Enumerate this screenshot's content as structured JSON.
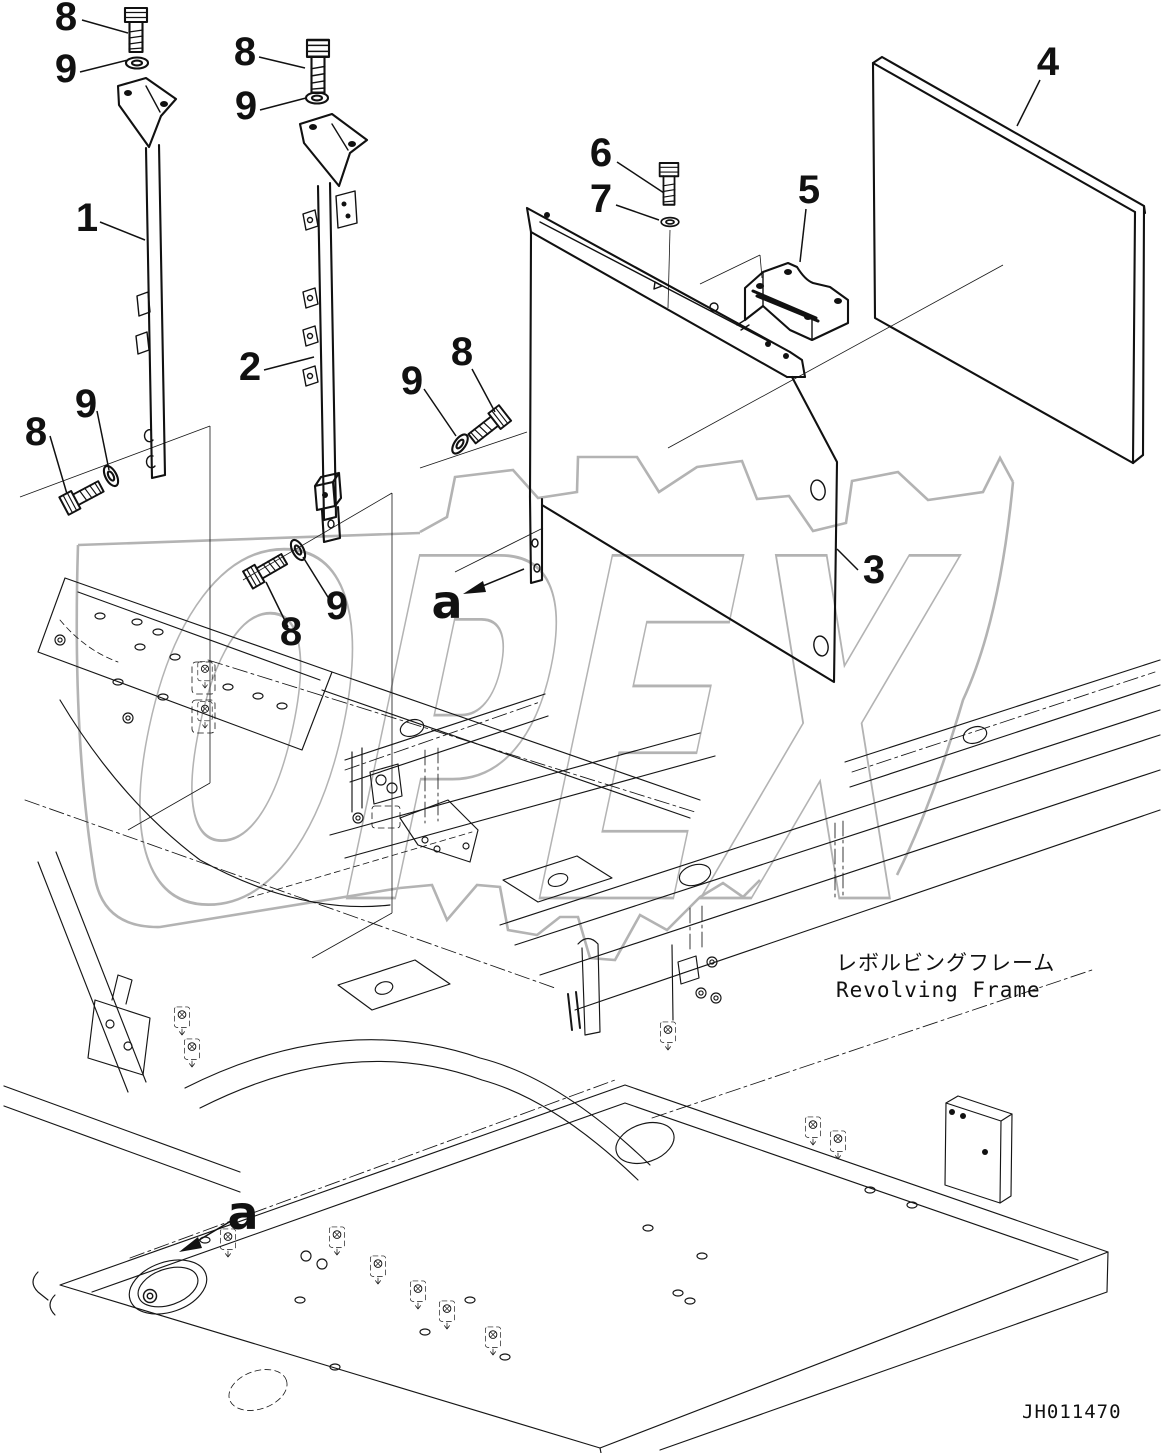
{
  "watermark": {
    "text": "OPEX"
  },
  "frame_title": {
    "japanese": "レボルビングフレーム",
    "english": "Revolving Frame"
  },
  "drawing_number": "JH011470",
  "view_labels": {
    "top": "a",
    "bottom": "a"
  },
  "callouts": {
    "p1": "1",
    "p2": "2",
    "p3": "3",
    "p4": "4",
    "p5": "5",
    "p6": "6",
    "p7": "7",
    "b8_top_left": "8",
    "w9_top_left": "9",
    "b8_top_2": "8",
    "w9_top_2": "9",
    "b8_mid": "8",
    "w9_mid": "9",
    "b8_lower_left": "8",
    "w9_lower_left": "9",
    "b8_bottom_mid": "8",
    "w9_bottom_mid": "9"
  }
}
